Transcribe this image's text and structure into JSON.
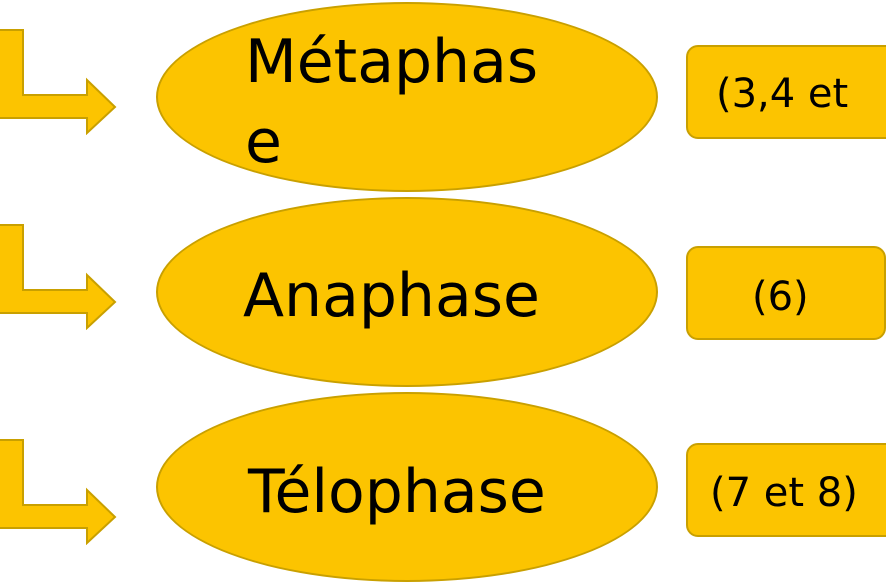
{
  "colors": {
    "fill": "#fcc400",
    "stroke": "#c9a000",
    "text": "#000000"
  },
  "phases": [
    {
      "name": "Métaphase",
      "line1": "Métaphas",
      "line2": "e",
      "detail": "(3,4 et"
    },
    {
      "name": "Anaphase",
      "line1": "Anaphase",
      "line2": "",
      "detail": "(6)"
    },
    {
      "name": "Télophase",
      "line1": "Télophase",
      "line2": "",
      "detail": "(7 et 8)"
    }
  ],
  "icons": [
    "bent-arrow-icon",
    "bent-arrow-icon",
    "bent-arrow-icon"
  ]
}
